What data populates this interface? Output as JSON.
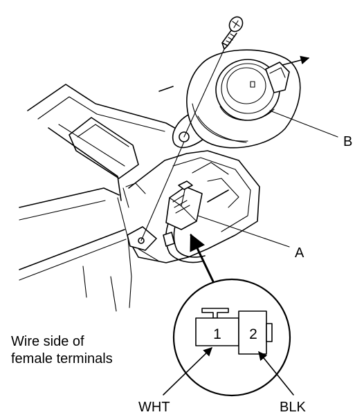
{
  "labels": {
    "callout_b": "B",
    "callout_a": "A",
    "terminal_1": "1",
    "terminal_2": "2",
    "wire_1_color": "WHT",
    "wire_2_color": "BLK"
  },
  "caption": {
    "line1": "Wire side of",
    "line2": "female terminals"
  }
}
